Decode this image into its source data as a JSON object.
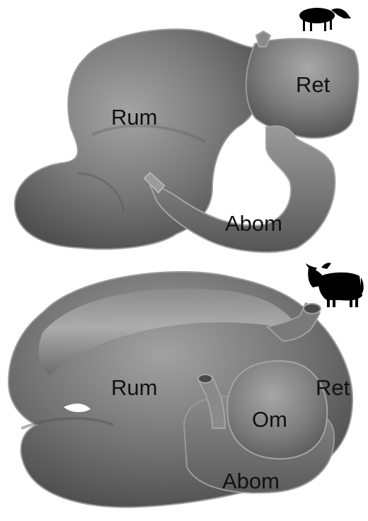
{
  "top_diagram": {
    "labels": {
      "rumen": "Rum",
      "reticulum": "Ret",
      "abomasum": "Abom"
    },
    "animal_icon": "mouse-deer-silhouette-icon"
  },
  "bottom_diagram": {
    "labels": {
      "rumen": "Rum",
      "reticulum": "Ret",
      "omasum": "Om",
      "abomasum": "Abom"
    },
    "animal_icon": "bovine-silhouette-icon"
  },
  "colors": {
    "organ_fill": "#6b6b6b",
    "organ_highlight": "#a9a9a9",
    "organ_shadow": "#444444",
    "outline": "#9a9a9a",
    "silhouette": "#000000",
    "label": "#111111"
  }
}
